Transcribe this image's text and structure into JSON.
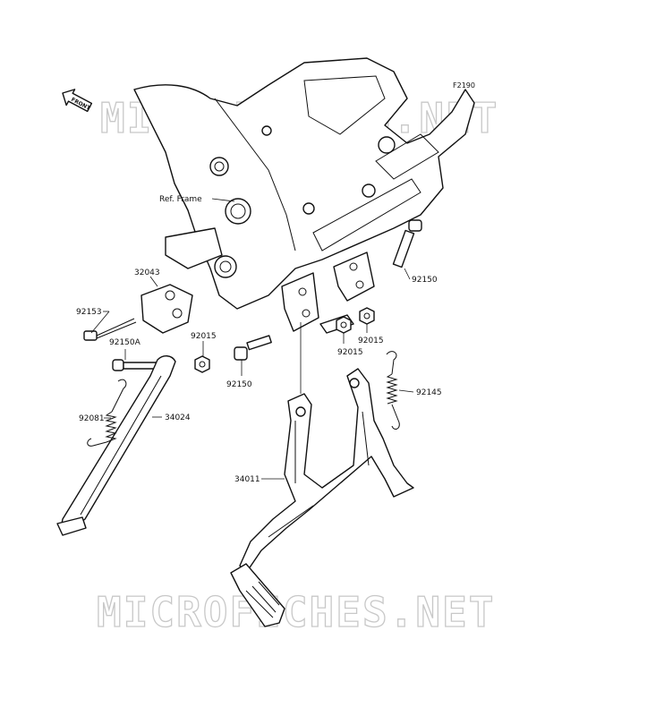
{
  "figure_code": "F2190",
  "front_marker": "FRONT",
  "watermark": "MICROFICHES.NET",
  "callouts": {
    "ref_frame": "Ref. Frame",
    "p32043": "32043",
    "p92153": "92153",
    "p92150A": "92150A",
    "p92015_a": "92015",
    "p92081": "92081",
    "p34024": "34024",
    "p92150_top": "92150",
    "p92015_b": "92015",
    "p92015_c": "92015",
    "p92150_bottom": "92150",
    "p92145": "92145",
    "p34011": "34011"
  }
}
